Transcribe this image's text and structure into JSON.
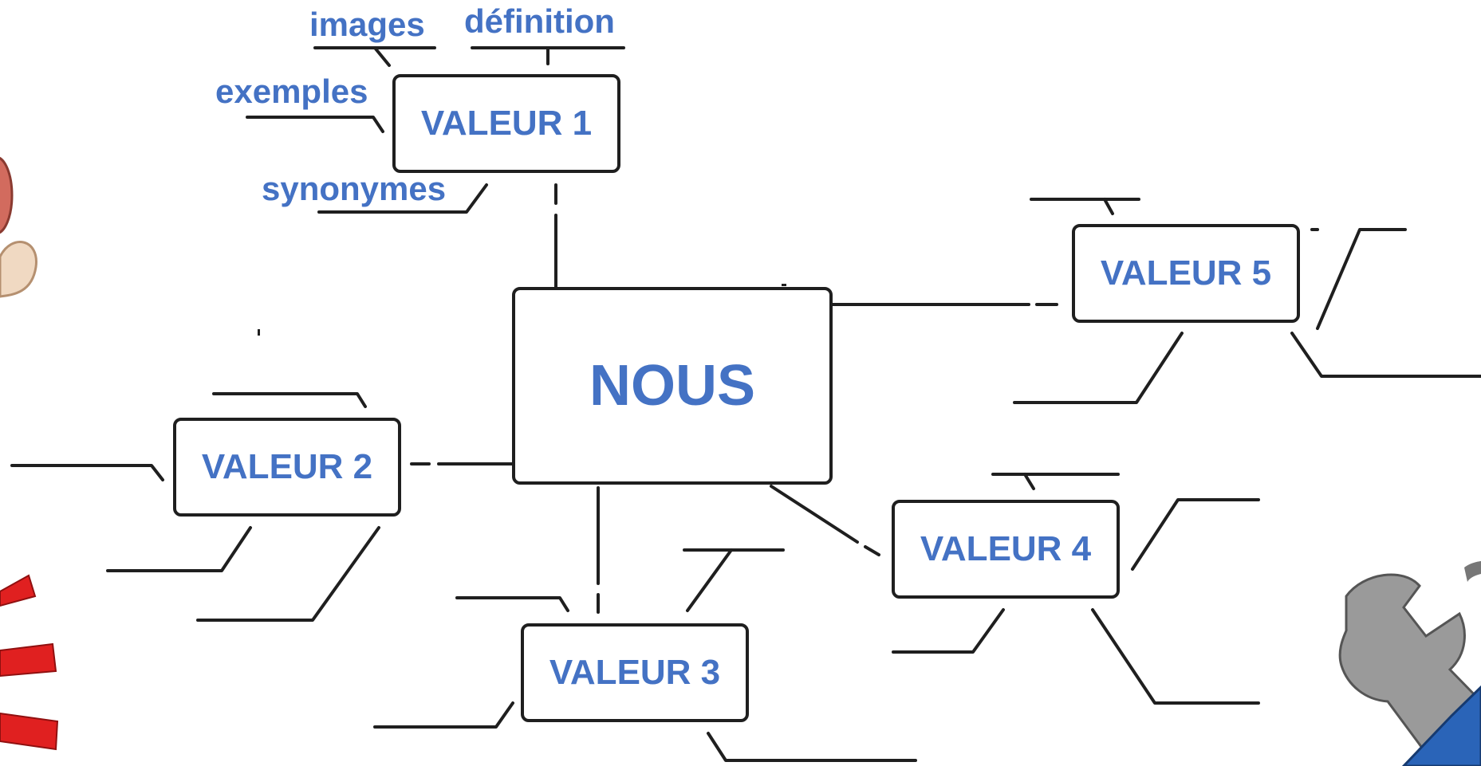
{
  "center": {
    "label": "NOUS"
  },
  "values": [
    {
      "label": "VALEUR 1"
    },
    {
      "label": "VALEUR 2"
    },
    {
      "label": "VALEUR 3"
    },
    {
      "label": "VALEUR 4"
    },
    {
      "label": "VALEUR 5"
    }
  ],
  "branches_v1": {
    "images": "images",
    "definition": "définition",
    "exemples": "exemples",
    "synonymes": "synonymes"
  },
  "colors": {
    "text": "#4472c4",
    "line": "#1f1f1f"
  }
}
